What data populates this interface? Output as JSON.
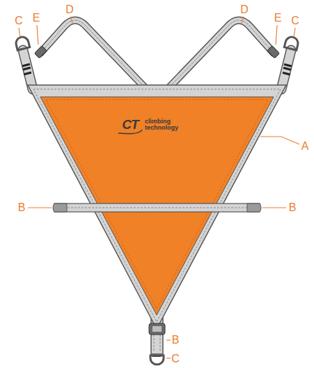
{
  "diagram": {
    "labels": [
      "C",
      "E",
      "D",
      "D",
      "E",
      "C",
      "A",
      "B",
      "B",
      "B",
      "C",
      "CT",
      "climbing technology"
    ]
  }
}
